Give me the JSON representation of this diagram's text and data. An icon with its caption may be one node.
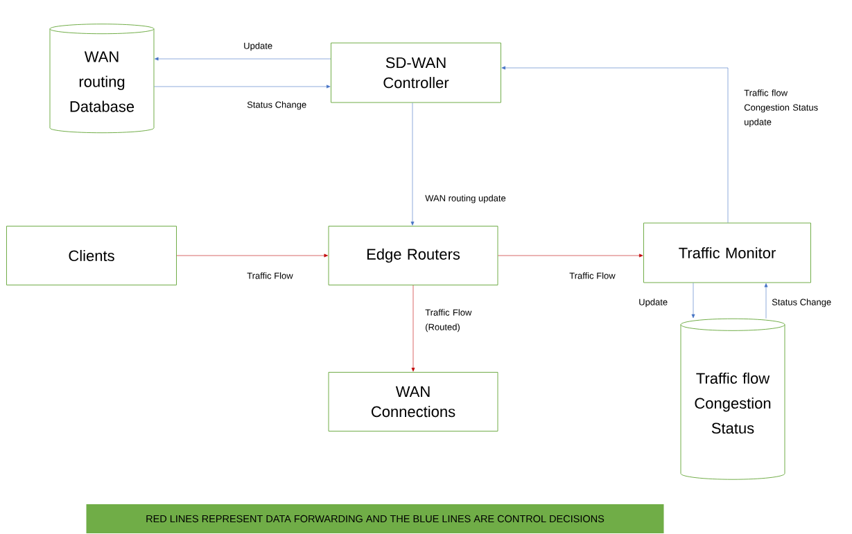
{
  "diagram": {
    "nodes": [
      {
        "text": [
          "WAN routing Database"
        ]
      },
      {
        "text": [
          "SD-WAN Controller"
        ]
      },
      {
        "text": [
          "Clients"
        ]
      },
      {
        "text": [
          "Edge Routers"
        ]
      },
      {
        "text": [
          "Traffic Monitor"
        ]
      },
      {
        "text": [
          "WAN Connections"
        ]
      },
      {
        "text": [
          "Traffic flow Congestion Status"
        ]
      },
      {
        "text": [
          "RED LINES REPRESENT DATA FORWARDING AND THE BLUE LINES ARE CONTROL DECISIONS"
        ]
      }
    ],
    "edges": [
      {
        "from": 1,
        "to": 0,
        "arrow": "to",
        "label": "Update"
      },
      {
        "from": 0,
        "to": 1,
        "arrow": "to",
        "label": "Status Change"
      },
      {
        "from": 1,
        "to": 3,
        "arrow": "to",
        "label": "WAN routing update"
      },
      {
        "from": 4,
        "to": 1,
        "arrow": "to",
        "label": "Traffic flow Congestion Status update"
      },
      {
        "from": 2,
        "to": 3,
        "arrow": "to",
        "label": "Traffic Flow",
        "color": "#c00000"
      },
      {
        "from": 3,
        "to": 4,
        "arrow": "to",
        "label": "Traffic Flow",
        "color": "#c00000"
      },
      {
        "from": 3,
        "to": 5,
        "arrow": "to",
        "label": "Traffic Flow (Routed)",
        "color": "#c00000"
      },
      {
        "from": 4,
        "to": 6,
        "arrow": "to",
        "label": "Update"
      },
      {
        "from": 6,
        "to": 4,
        "arrow": "to",
        "label": "Status Change"
      }
    ]
  }
}
